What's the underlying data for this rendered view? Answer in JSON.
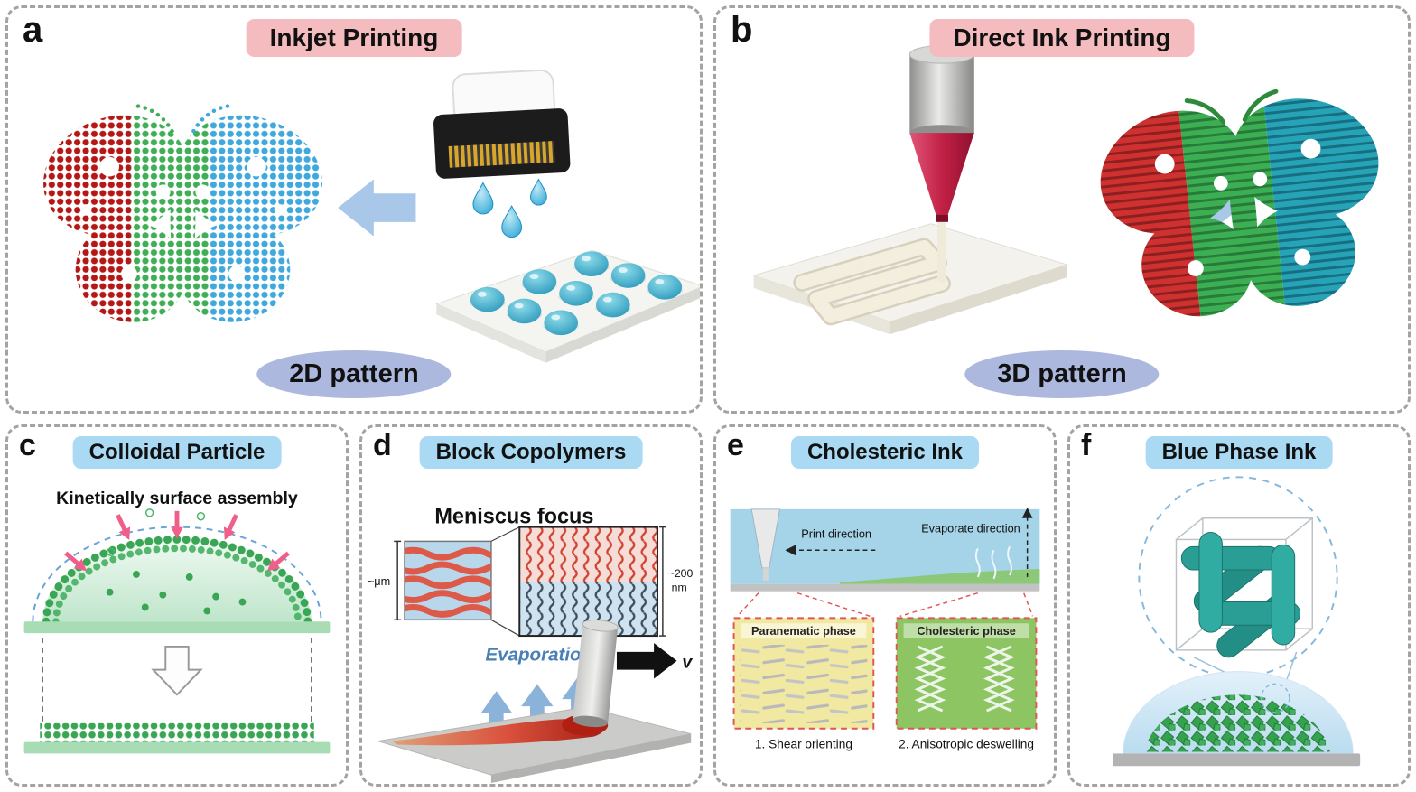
{
  "colors": {
    "panel_border": "#a3a3a3",
    "badge_pink": "#f4bcbe",
    "badge_blue": "#a9d9f3",
    "pattern_oval": "#adb8df",
    "dot_red": "#b51717",
    "dot_green": "#3fae55",
    "dot_blue": "#3fa8dc",
    "arrow_blue": "#a9c7e9",
    "ink_red": "#c0392b",
    "blue_phase_teal": "#2a9d94"
  },
  "panel_a": {
    "letter": "a",
    "title": "Inkjet Printing",
    "pattern_label": "2D pattern"
  },
  "panel_b": {
    "letter": "b",
    "title": "Direct Ink Printing",
    "pattern_label": "3D pattern"
  },
  "panel_c": {
    "letter": "c",
    "title": "Colloidal Particle",
    "caption": "Kinetically surface assembly"
  },
  "panel_d": {
    "letter": "d",
    "title": "Block Copolymers",
    "caption": "Meniscus focus",
    "scale_micro": "~μm",
    "scale_nano_1": "~200",
    "scale_nano_2": "nm",
    "evaporation": "Evaporation",
    "velocity": "v"
  },
  "panel_e": {
    "letter": "e",
    "title": "Cholesteric Ink",
    "print_direction": "Print direction",
    "evaporate_direction": "Evaporate direction",
    "left_box_title": "Paranematic phase",
    "left_box_caption": "1. Shear orienting",
    "right_box_title": "Cholesteric phase",
    "right_box_caption": "2. Anisotropic deswelling"
  },
  "panel_f": {
    "letter": "f",
    "title": "Blue Phase Ink"
  }
}
